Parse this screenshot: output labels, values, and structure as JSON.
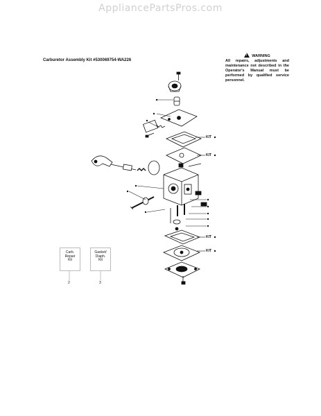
{
  "watermark": "AppliancePartsPros.com",
  "title": "Carburetor Assembly Kit #530069754-WA226",
  "warning": {
    "heading": "WARNING",
    "text": "All repairs, adjustments and maintenance not described in the Operator's Manual must be performed by qualified service personnel."
  },
  "callouts": [
    "KIT",
    "KIT",
    "KIT",
    "KIT"
  ],
  "kits": [
    {
      "line1": "Carb.",
      "line2": "Repair",
      "line3": "Kit",
      "number": "2"
    },
    {
      "line1": "Gasket/",
      "line2": "Diaph.",
      "line3": "Kit",
      "number": "3"
    }
  ],
  "colors": {
    "ink": "#111111",
    "watermark": "#d0d0d0"
  }
}
